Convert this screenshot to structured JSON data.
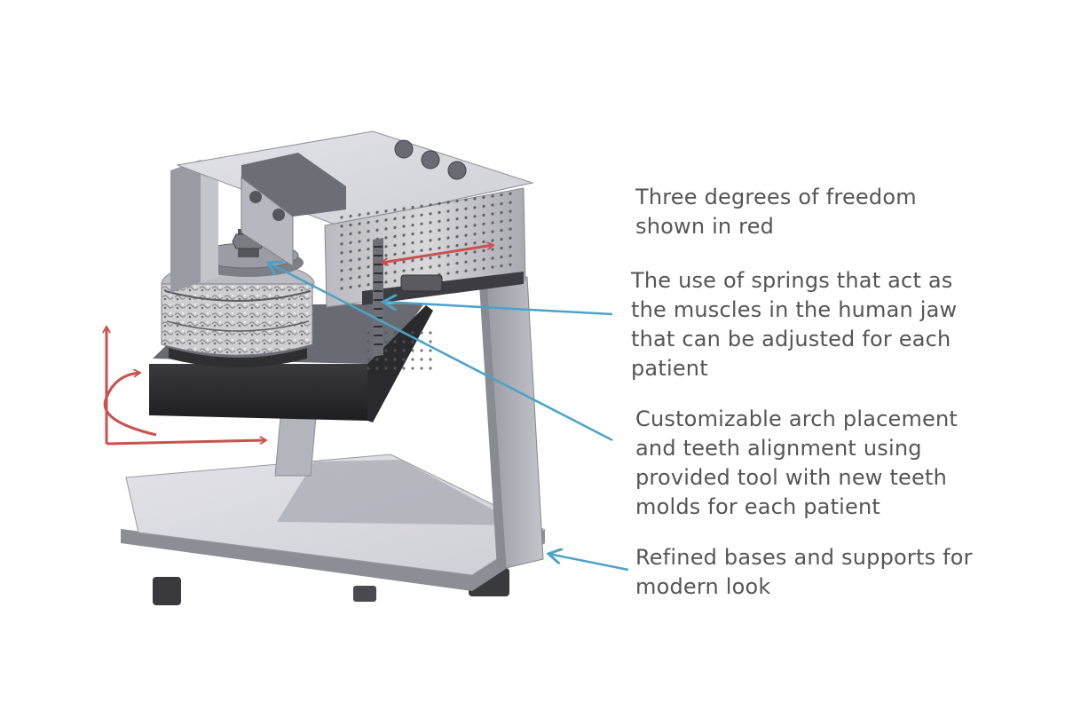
{
  "callouts": {
    "freedom": {
      "lines": [
        "Three degrees of freedom",
        "shown in red"
      ]
    },
    "springs": {
      "lines": [
        "The use of springs that act as",
        "the muscles in the human jaw",
        "that can be adjusted for each",
        "patient"
      ]
    },
    "arch": {
      "lines": [
        "Customizable arch placement",
        "and teeth alignment using",
        "provided tool with new teeth",
        "molds for each patient"
      ]
    },
    "bases": {
      "lines": [
        "Refined bases and supports for",
        "modern look"
      ]
    }
  },
  "colors": {
    "dof_arrow": "#c9514e",
    "leader_arrow": "#4ba3c7",
    "text": "#555555"
  }
}
